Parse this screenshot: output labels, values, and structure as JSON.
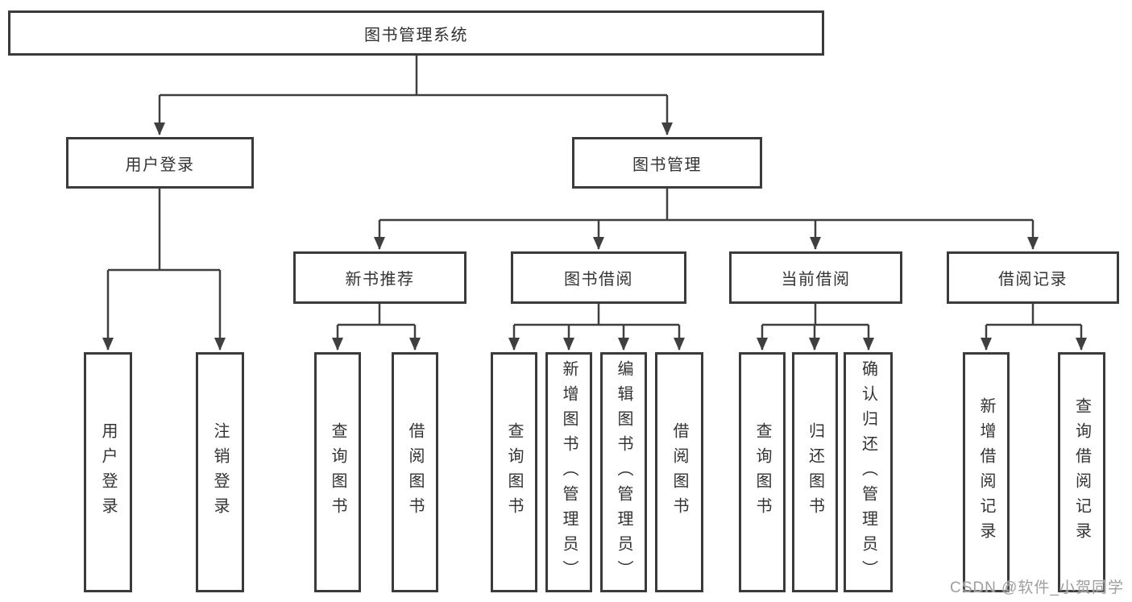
{
  "diagram_type": "hierarchy-tree",
  "colors": {
    "line": "#3f3f3f",
    "box_border": "#3b3b3b",
    "box_fill": "#ffffff",
    "text": "#333333",
    "watermark": "#9e9e9e",
    "background": "#ffffff"
  },
  "watermark": {
    "text": "CSDN @软件_小贺同学"
  },
  "nodes": {
    "root": {
      "label": "图书管理系统"
    },
    "user_login": {
      "label": "用户登录"
    },
    "book_mgmt": {
      "label": "图书管理"
    },
    "user_login_leaf": {
      "label": "用户登录"
    },
    "logout_leaf": {
      "label": "注销登录"
    },
    "new_book": {
      "label": "新书推荐"
    },
    "book_borrow": {
      "label": "图书借阅"
    },
    "current_borrow": {
      "label": "当前借阅"
    },
    "borrow_record": {
      "label": "借阅记录"
    },
    "nb_query": {
      "label": "查询图书"
    },
    "nb_borrow": {
      "label": "借阅图书"
    },
    "bb_query": {
      "label": "查询图书"
    },
    "bb_add": {
      "label": "新增图书（管理员）"
    },
    "bb_edit": {
      "label": "编辑图书（管理员）"
    },
    "bb_borrow": {
      "label": "借阅图书"
    },
    "cb_query": {
      "label": "查询图书"
    },
    "cb_return": {
      "label": "归还图书"
    },
    "cb_confirm": {
      "label": "确认归还（管理员）"
    },
    "br_add": {
      "label": "新增借阅记录"
    },
    "br_query": {
      "label": "查询借阅记录"
    }
  },
  "structure": {
    "root": [
      "user_login",
      "book_mgmt"
    ],
    "user_login": [
      "user_login_leaf",
      "logout_leaf"
    ],
    "book_mgmt": [
      "new_book",
      "book_borrow",
      "current_borrow",
      "borrow_record"
    ],
    "new_book": [
      "nb_query",
      "nb_borrow"
    ],
    "book_borrow": [
      "bb_query",
      "bb_add",
      "bb_edit",
      "bb_borrow"
    ],
    "current_borrow": [
      "cb_query",
      "cb_return",
      "cb_confirm"
    ],
    "borrow_record": [
      "br_add",
      "br_query"
    ]
  }
}
